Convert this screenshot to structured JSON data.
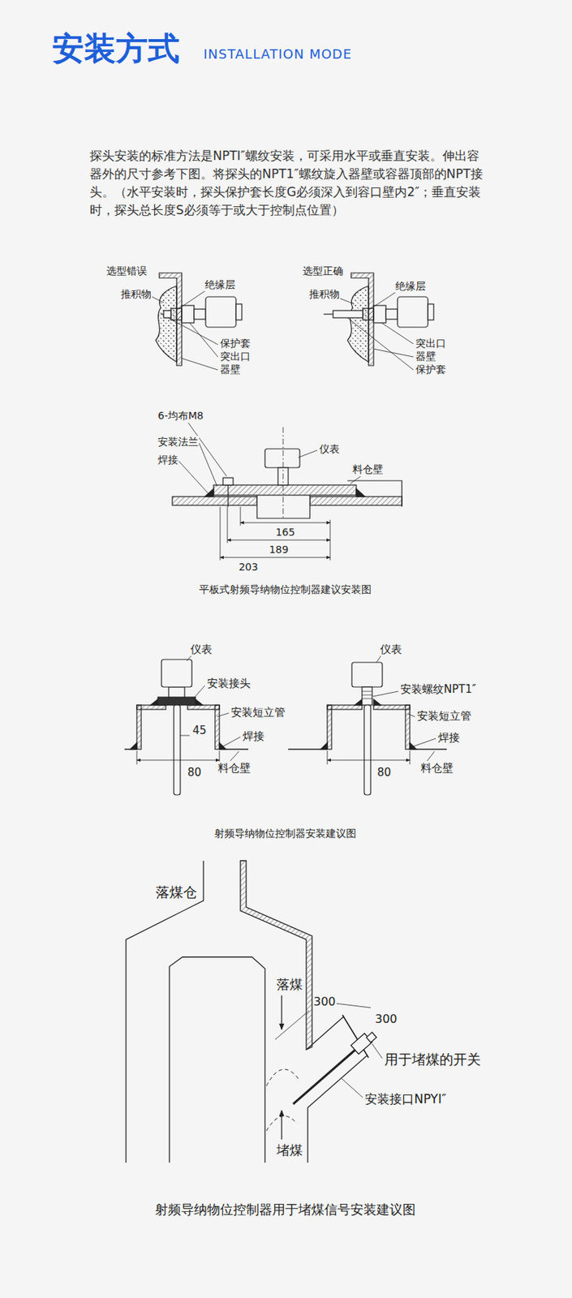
{
  "diagram": {
    "title": "安装方式",
    "labels": [
      "INSTALLATION MODE",
      "探头安装的标准方法是NPTI″螺纹安装，可采用水平或垂直安装。伸出容器外的尺寸参考下图。将探头的NPT1″螺纹旋入器壁或容器顶部的NPT接头。（水平安装时，探头保护套长度G必须深入到容口壁内2″；垂直安装时，探头总长度S必须等于或大于控制点位置）",
      "选型错误",
      "推积物",
      "绝缘层",
      "保护套",
      "突出口",
      "器壁",
      "选型正确",
      "推积物",
      "绝缘层",
      "突出口",
      "器壁",
      "保护套",
      "6-均布M8",
      "安装法兰",
      "焊接",
      "仪表",
      "料仓壁",
      "165",
      "189",
      "203",
      "平板式射频导纳物位控制器建议安装图",
      "仪表",
      "安装接头",
      "安装短立管",
      "45",
      "焊接",
      "80",
      "料仓壁",
      "仪表",
      "安装螺纹NPT1″",
      "安装短立管",
      "焊接",
      "80",
      "料仓壁",
      "射频导纳物位控制器安装建议图",
      "落煤仓",
      "落煤",
      "300",
      "300",
      "用于堵煤的开关",
      "安装接口NPYI″",
      "堵煤",
      "射频导纳物位控制器用于堵煤信号安装建议图"
    ]
  }
}
